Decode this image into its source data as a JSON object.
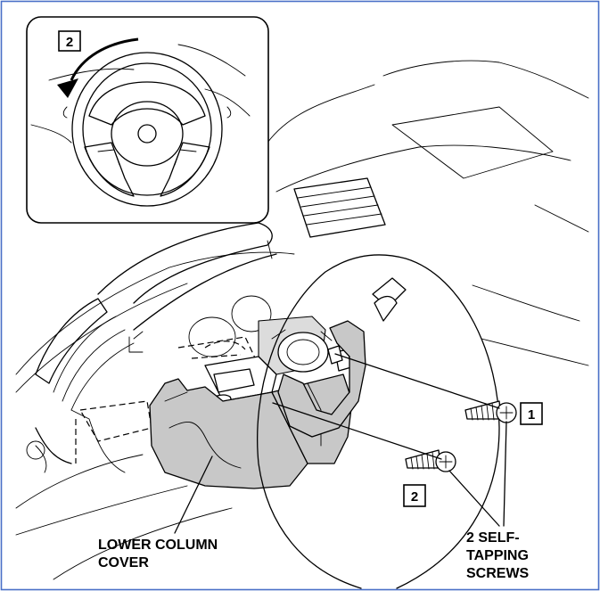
{
  "colors": {
    "frame_border": "#4a6fc7",
    "line": "#000000",
    "cover_fill": "#c8c8c8",
    "background": "#ffffff"
  },
  "inset": {
    "step_number": "2",
    "icons": [
      "steering-wheel-icon",
      "rotation-arrow-icon"
    ]
  },
  "callouts": {
    "screw_1_number": "1",
    "screw_2_number": "2"
  },
  "labels": {
    "cover_line1": "LOWER COLUMN",
    "cover_line2": "COVER",
    "screws_line1": "2 SELF-",
    "screws_line2": "TAPPING",
    "screws_line3": "SCREWS"
  }
}
